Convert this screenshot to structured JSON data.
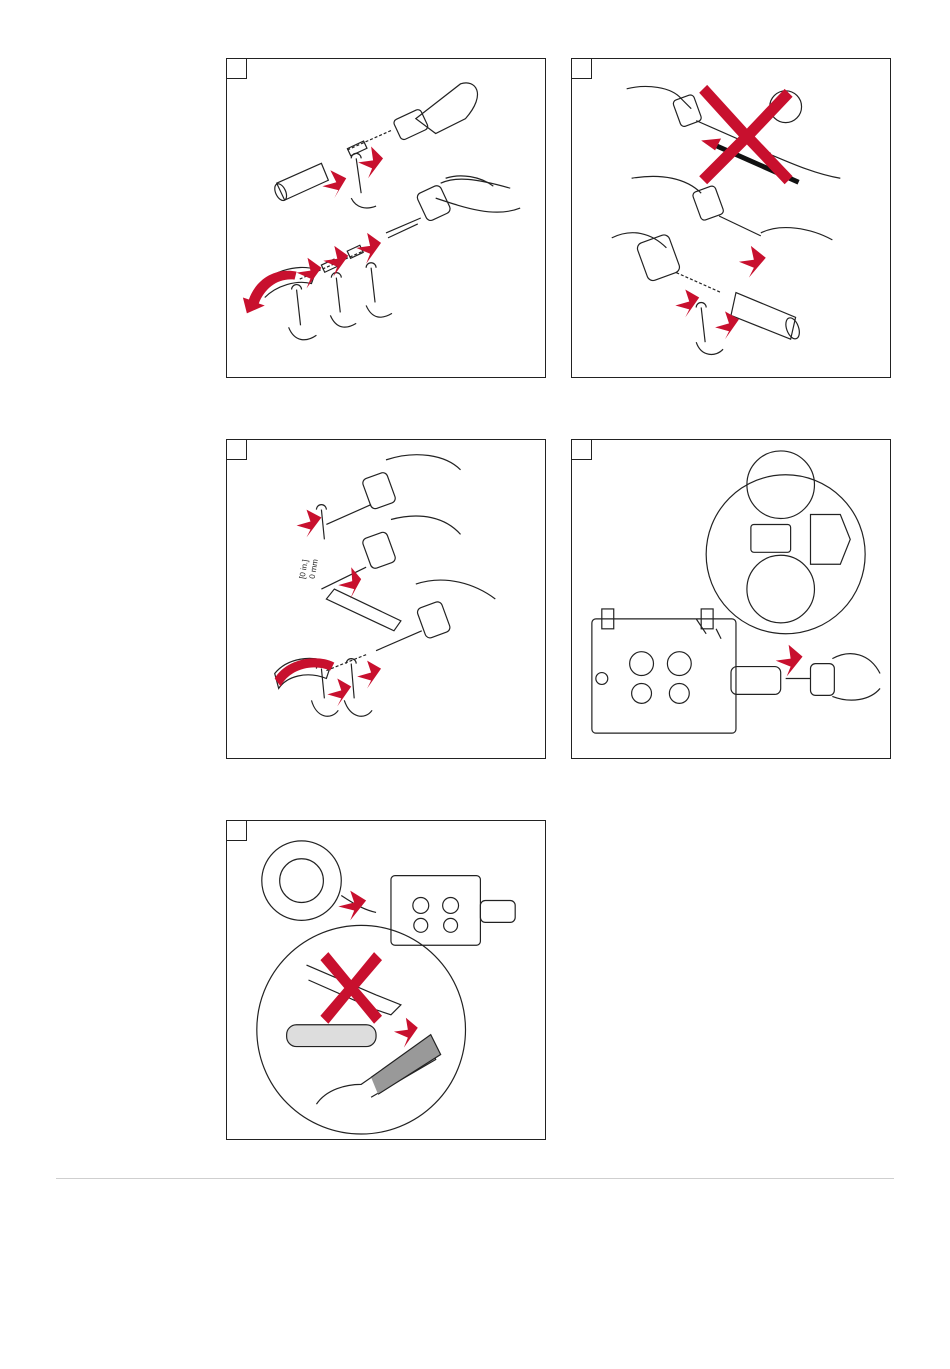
{
  "colors": {
    "arrow": "#c8102e",
    "line": "#222222",
    "rule": "#cfcfcf"
  },
  "panels": [
    {
      "id": "1",
      "step_label": "",
      "content": "torch-disassembly"
    },
    {
      "id": "2",
      "step_label": "",
      "content": "liner-insertion"
    },
    {
      "id": "3",
      "step_label": "",
      "content": "liner-cutting",
      "dim_top": "[0 in.]",
      "dim_bottom": "0 mm"
    },
    {
      "id": "4",
      "step_label": "",
      "content": "wire-feeder-connection"
    },
    {
      "id": "5",
      "step_label": "",
      "content": "wire-end-deburring"
    }
  ],
  "icons": [
    "red-arrow-icon",
    "red-cross-icon",
    "wrench-icon",
    "hand-icon"
  ]
}
